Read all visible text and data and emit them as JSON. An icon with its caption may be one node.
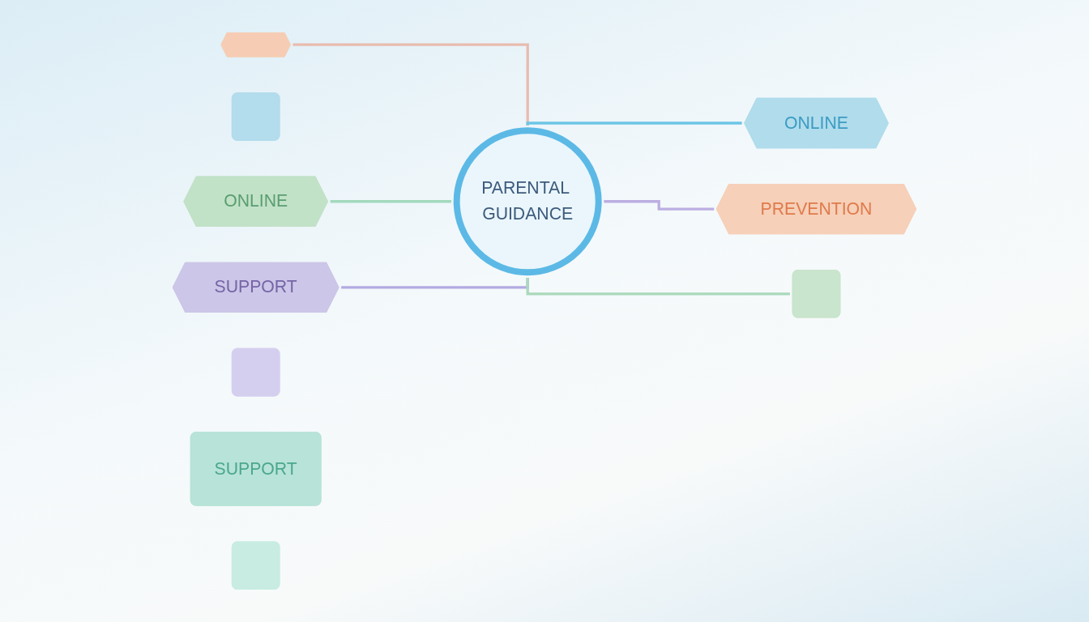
{
  "diagram": {
    "nodes": [
      {
        "text": [],
        "shape": "hexagon"
      },
      {
        "text": [],
        "shape": "box"
      },
      {
        "text": [
          "ONLINE"
        ]
      },
      {
        "text": [
          "SUPPORT"
        ]
      },
      {
        "text": [
          "PARENTAL GUIDANCE"
        ]
      },
      {
        "text": [
          "ONLINE"
        ]
      },
      {
        "text": [
          "PREVENTION"
        ]
      },
      {
        "text": [],
        "shape": "box"
      },
      {
        "text": [],
        "shape": "box"
      },
      {
        "text": [
          "SUPPORT"
        ]
      },
      {
        "text": [],
        "shape": "box"
      }
    ],
    "edges": [
      {
        "from": 0,
        "to": 4,
        "arrow": "none",
        "color": "#e8bcae"
      },
      {
        "from": 2,
        "to": 4,
        "arrow": "none",
        "color": "#a3d9bd"
      },
      {
        "from": 3,
        "to": 4,
        "arrow": "none",
        "color": "#b3aae2"
      },
      {
        "from": 4,
        "to": 5,
        "arrow": "none",
        "color": "#6cc5e6"
      },
      {
        "from": 4,
        "to": 6,
        "arrow": "none",
        "color": "#bcaee2"
      },
      {
        "from": 4,
        "to": 8,
        "arrow": "none",
        "color": "#a9d9bc"
      }
    ]
  }
}
